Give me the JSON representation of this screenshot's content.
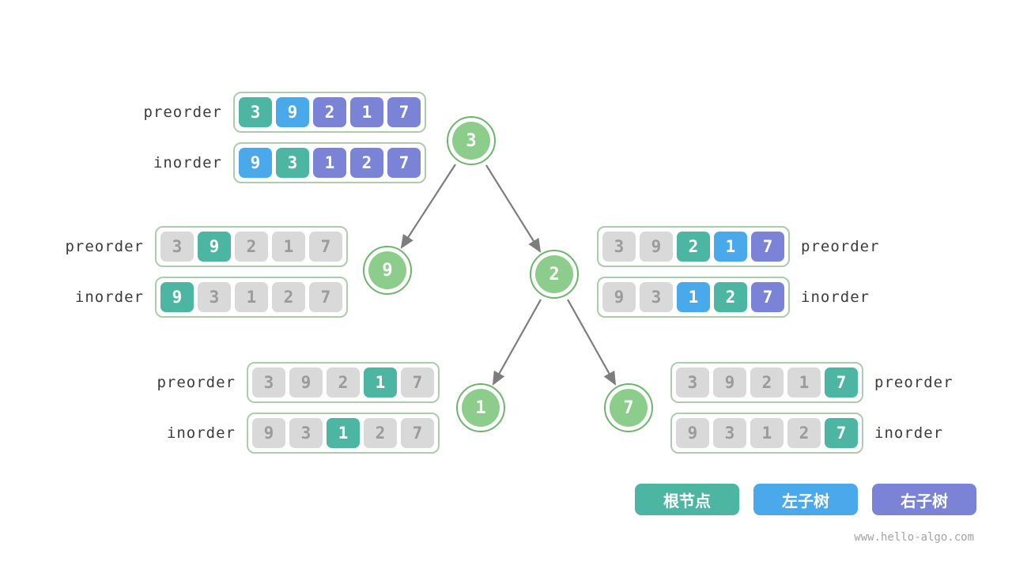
{
  "watermark": "www.hello-algo.com",
  "colors": {
    "root_teal": "#4db6a3",
    "left_subtree_blue": "#4aa9ea",
    "right_subtree_purple": "#7b83d6",
    "inactive_gray": "#d9d9d9",
    "node_green": "#8ccd8b"
  },
  "tree": {
    "nodes": [
      {
        "value": "3"
      },
      {
        "value": "9"
      },
      {
        "value": "2"
      },
      {
        "value": "1"
      },
      {
        "value": "7"
      }
    ]
  },
  "groups": [
    {
      "name": "root",
      "rows": [
        {
          "label": "preorder",
          "cells": [
            {
              "v": "3",
              "c": "teal"
            },
            {
              "v": "9",
              "c": "blue"
            },
            {
              "v": "2",
              "c": "purple"
            },
            {
              "v": "1",
              "c": "purple"
            },
            {
              "v": "7",
              "c": "purple"
            }
          ]
        },
        {
          "label": "inorder",
          "cells": [
            {
              "v": "9",
              "c": "blue"
            },
            {
              "v": "3",
              "c": "teal"
            },
            {
              "v": "1",
              "c": "purple"
            },
            {
              "v": "2",
              "c": "purple"
            },
            {
              "v": "7",
              "c": "purple"
            }
          ]
        }
      ]
    },
    {
      "name": "node-9",
      "rows": [
        {
          "label": "preorder",
          "cells": [
            {
              "v": "3",
              "c": "gray"
            },
            {
              "v": "9",
              "c": "teal"
            },
            {
              "v": "2",
              "c": "gray"
            },
            {
              "v": "1",
              "c": "gray"
            },
            {
              "v": "7",
              "c": "gray"
            }
          ]
        },
        {
          "label": "inorder",
          "cells": [
            {
              "v": "9",
              "c": "teal"
            },
            {
              "v": "3",
              "c": "gray"
            },
            {
              "v": "1",
              "c": "gray"
            },
            {
              "v": "2",
              "c": "gray"
            },
            {
              "v": "7",
              "c": "gray"
            }
          ]
        }
      ]
    },
    {
      "name": "node-2",
      "rows": [
        {
          "label": "preorder",
          "cells": [
            {
              "v": "3",
              "c": "gray"
            },
            {
              "v": "9",
              "c": "gray"
            },
            {
              "v": "2",
              "c": "teal"
            },
            {
              "v": "1",
              "c": "blue"
            },
            {
              "v": "7",
              "c": "purple"
            }
          ]
        },
        {
          "label": "inorder",
          "cells": [
            {
              "v": "9",
              "c": "gray"
            },
            {
              "v": "3",
              "c": "gray"
            },
            {
              "v": "1",
              "c": "blue"
            },
            {
              "v": "2",
              "c": "teal"
            },
            {
              "v": "7",
              "c": "purple"
            }
          ]
        }
      ]
    },
    {
      "name": "node-1",
      "rows": [
        {
          "label": "preorder",
          "cells": [
            {
              "v": "3",
              "c": "gray"
            },
            {
              "v": "9",
              "c": "gray"
            },
            {
              "v": "2",
              "c": "gray"
            },
            {
              "v": "1",
              "c": "teal"
            },
            {
              "v": "7",
              "c": "gray"
            }
          ]
        },
        {
          "label": "inorder",
          "cells": [
            {
              "v": "9",
              "c": "gray"
            },
            {
              "v": "3",
              "c": "gray"
            },
            {
              "v": "1",
              "c": "teal"
            },
            {
              "v": "2",
              "c": "gray"
            },
            {
              "v": "7",
              "c": "gray"
            }
          ]
        }
      ]
    },
    {
      "name": "node-7",
      "rows": [
        {
          "label": "preorder",
          "cells": [
            {
              "v": "3",
              "c": "gray"
            },
            {
              "v": "9",
              "c": "gray"
            },
            {
              "v": "2",
              "c": "gray"
            },
            {
              "v": "1",
              "c": "gray"
            },
            {
              "v": "7",
              "c": "teal"
            }
          ]
        },
        {
          "label": "inorder",
          "cells": [
            {
              "v": "9",
              "c": "gray"
            },
            {
              "v": "3",
              "c": "gray"
            },
            {
              "v": "1",
              "c": "gray"
            },
            {
              "v": "2",
              "c": "gray"
            },
            {
              "v": "7",
              "c": "teal"
            }
          ]
        }
      ]
    }
  ],
  "legend": [
    {
      "label": "根节点",
      "key": "teal"
    },
    {
      "label": "左子树",
      "key": "blue"
    },
    {
      "label": "右子树",
      "key": "purple"
    }
  ]
}
